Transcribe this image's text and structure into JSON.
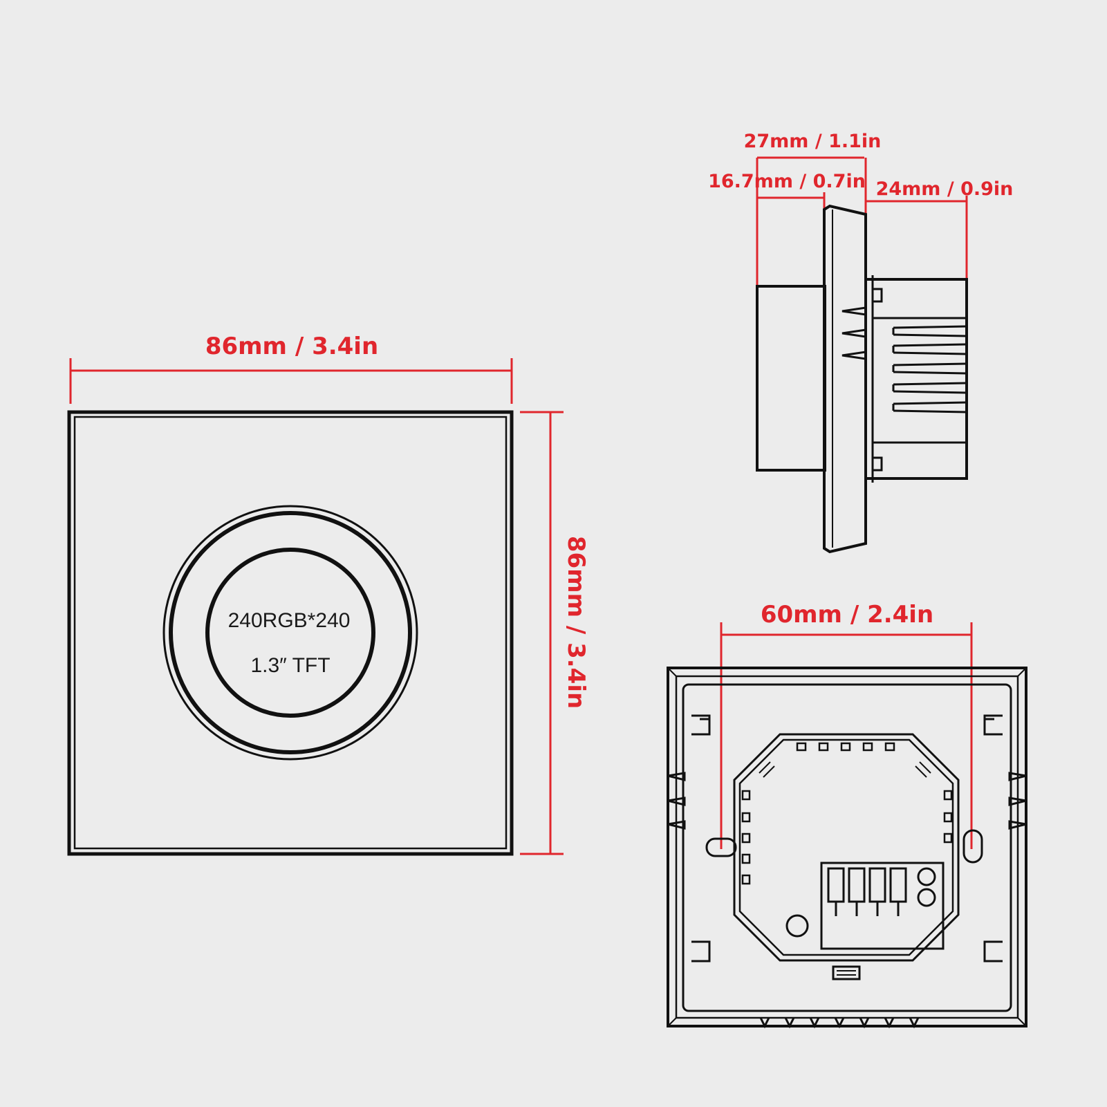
{
  "colors": {
    "background": "#ececec",
    "dimension": "#e0262d",
    "outline": "#111111"
  },
  "front_view": {
    "width_label": "86mm / 3.4in",
    "height_label": "86mm / 3.4in",
    "screen_resolution": "240RGB*240",
    "screen_size": "1.3″ TFT"
  },
  "side_view": {
    "total_depth_label": "27mm / 1.1in",
    "front_depth_label": "16.7mm / 0.7in",
    "back_depth_label": "24mm / 0.9in"
  },
  "back_view": {
    "mount_spacing_label": "60mm / 2.4in"
  }
}
